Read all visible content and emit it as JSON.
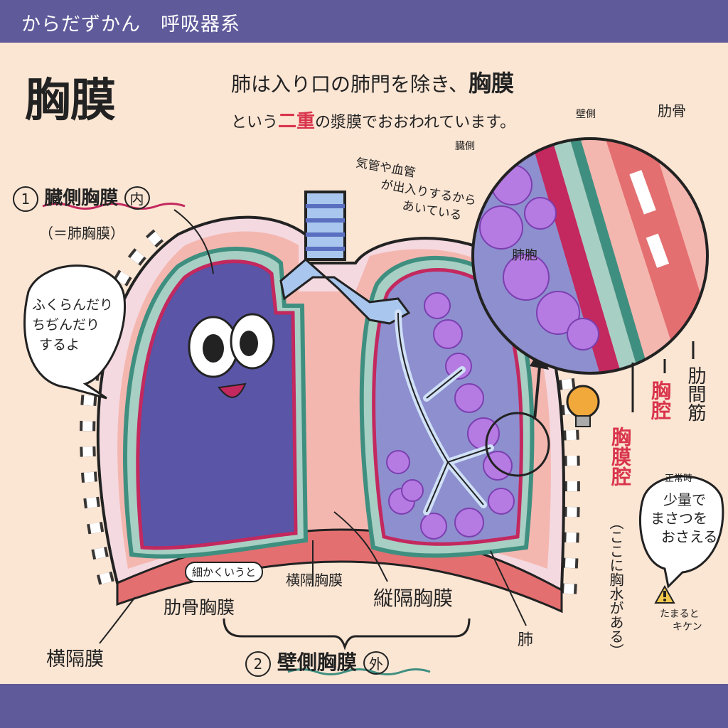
{
  "header": {
    "series_title": "からだずかん　呼吸器系"
  },
  "title": "胸膜",
  "intro": {
    "line1_part1": "肺は入り口の肺門を除き、",
    "line1_highlight": "胸膜",
    "line2_part1": "という",
    "line2_highlight": "二重",
    "line2_part2": "の漿膜でおおわれています。"
  },
  "visceral": {
    "number": "1",
    "label": "臓側胸膜",
    "tag": "内",
    "alias": "（＝肺胸膜）"
  },
  "parietal": {
    "number": "2",
    "label": "壁側胸膜",
    "tag": "外"
  },
  "speech_bubble": {
    "line1": "ふくらんだり",
    "line2": "ちぢんだり",
    "line3": "するよ"
  },
  "annotations": {
    "airway_note": {
      "line1": "気管や血管",
      "line2": "が出入りするから",
      "line3": "あいている"
    },
    "rib_pleura": "肋骨胸膜",
    "diaphragm_pleura": "横隔胸膜",
    "mediastinal_pleura": "縦隔胸膜",
    "detail_note": "細かくいうと",
    "diaphragm": "横隔膜",
    "lung": "肺",
    "pleural_cavity": "胸膜腔",
    "thoracic_cavity": "胸腔",
    "intercostal_muscle": "肋間筋",
    "fluid_note": "（ここに胸水がある）",
    "normal_fluid": {
      "label": "正常時",
      "line1": "少量で",
      "line2": "まさつを",
      "line3": "おさえる"
    },
    "warning": {
      "line1": "たまると",
      "line2": "キケン"
    }
  },
  "zoom": {
    "lung_label": "肺胞",
    "parietal": "壁側",
    "visceral": "臓側",
    "rib": "肋骨"
  },
  "colors": {
    "frame": "#5f5a9a",
    "paper": "#fbe5d3",
    "lung_fill": "#5a55a6",
    "alveoli": "#b67be3",
    "pleura_teal": "#3f8f80",
    "pleura_red": "#c3285e",
    "cavity_pink": "#f4b7b0",
    "accent_red": "#d9344c",
    "airway_blue": "#a9c6ee"
  }
}
